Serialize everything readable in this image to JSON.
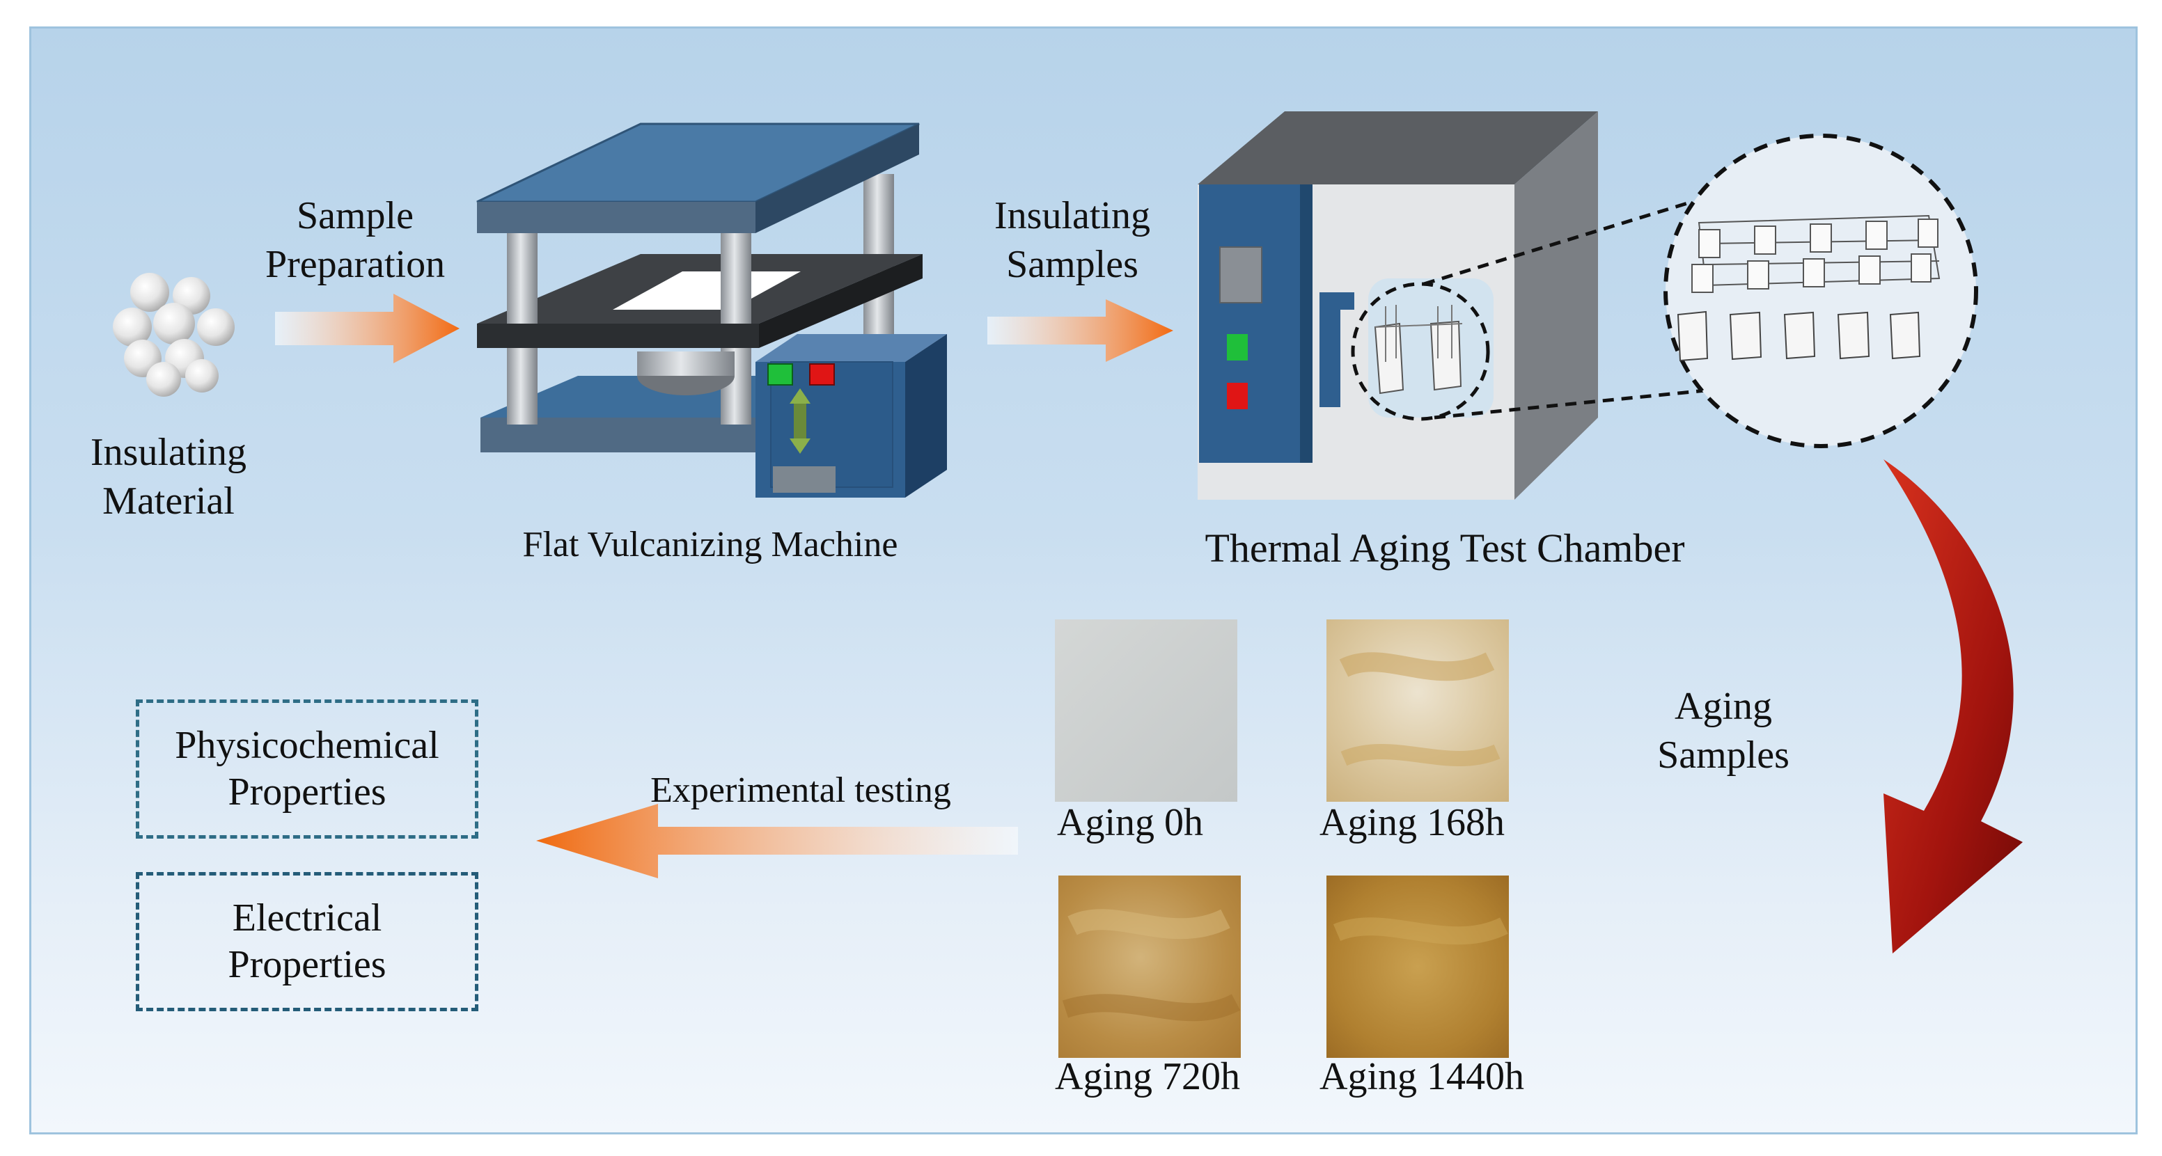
{
  "labels": {
    "insulating_material": [
      "Insulating",
      "Material"
    ],
    "sample_preparation": [
      "Sample",
      "Preparation"
    ],
    "flat_vulcanizing_machine": "Flat Vulcanizing Machine",
    "insulating_samples": [
      "Insulating",
      "Samples"
    ],
    "thermal_aging_chamber": "Thermal Aging Test Chamber",
    "aging_samples": [
      "Aging",
      "Samples"
    ],
    "experimental_testing": "Experimental testing"
  },
  "outputs": {
    "physicochemical": [
      "Physicochemical",
      "Properties"
    ],
    "electrical": [
      "Electrical",
      "Properties"
    ]
  },
  "samples": [
    {
      "label": "Aging 0h"
    },
    {
      "label": "Aging 168h"
    },
    {
      "label": "Aging 720h"
    },
    {
      "label": "Aging 1440h"
    }
  ],
  "colors": {
    "background_top": "#b7d3ea",
    "background_bottom": "#f2f7fc",
    "arrow_orange": "#f06a10",
    "curved_arrow_red": "#a3140e",
    "machine_blue": "#2f5f8f",
    "dashed_box": "#2e6d86"
  }
}
